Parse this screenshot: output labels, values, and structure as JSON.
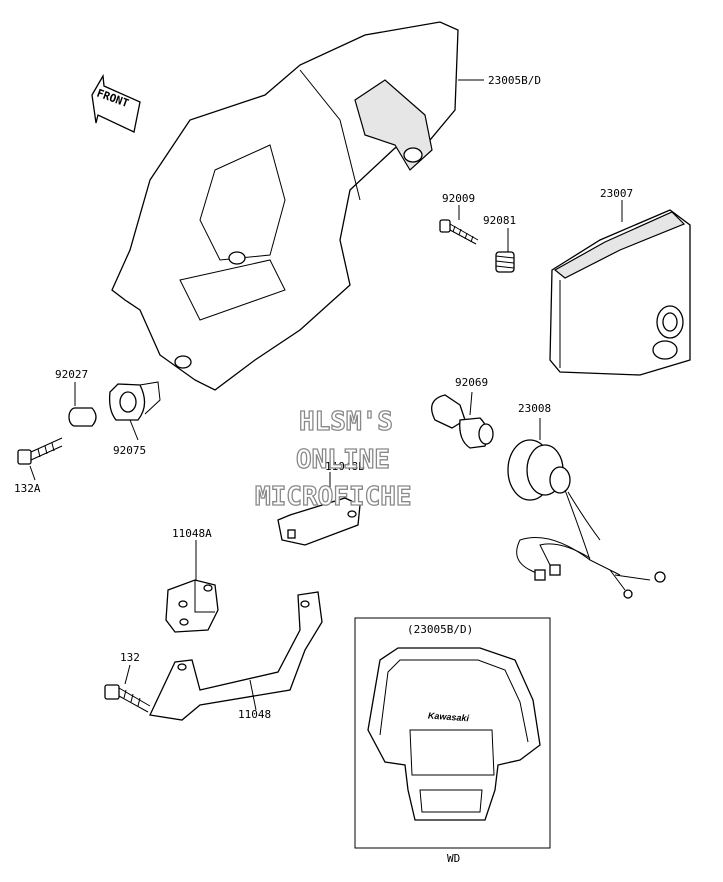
{
  "arrow": {
    "text": "FRONT"
  },
  "labels": {
    "l23005": "23005B/D",
    "l92009": "92009",
    "l92081": "92081",
    "l23007": "23007",
    "l92027": "92027",
    "l92075": "92075",
    "l132A": "132A",
    "l92069": "92069",
    "l23008": "23008",
    "l11048B": "11048B",
    "l11048A": "11048A",
    "l132": "132",
    "l11048": "11048"
  },
  "inset": {
    "title": "(23005B/D)",
    "brand": "Kawasaki"
  },
  "footer": {
    "model": "WD"
  },
  "watermark": {
    "line1": "HLSM'S",
    "line2": "ONLINE",
    "line3": "MICROFICHE"
  }
}
